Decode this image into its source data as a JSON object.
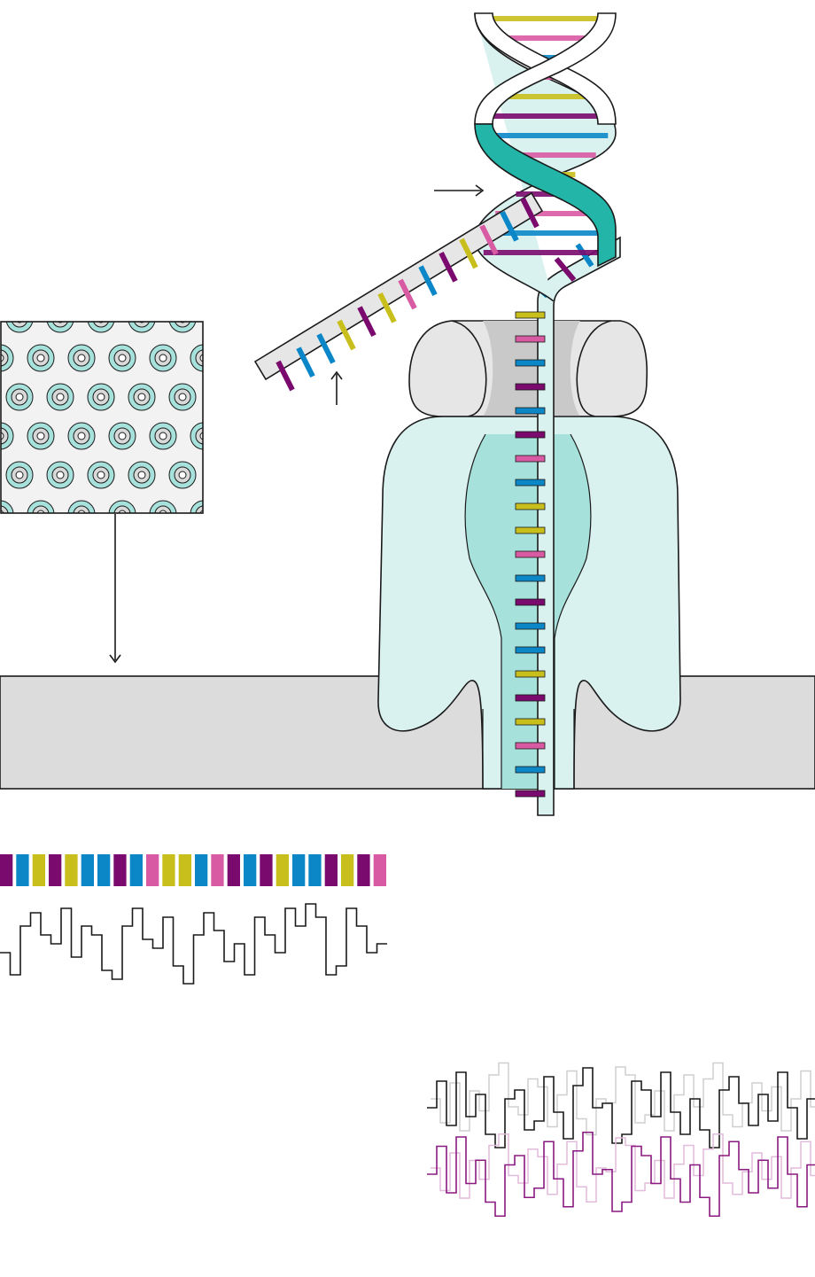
{
  "colors": {
    "purple": "#7a0a6e",
    "blue": "#0b87c8",
    "yellow": "#c8bf1c",
    "pink": "#d85aa3",
    "teal": "#22b5a8",
    "light_teal": "#d9f1ef",
    "mid_teal": "#a7e1db",
    "membrane": "#dcdcdc",
    "grey_light": "#e6e6e6",
    "grey_mid": "#c9c9c9",
    "outline": "#1a1a1a",
    "trace_ghost": "#cfcfcf",
    "trace_signal": "#8a1a80"
  },
  "sequence": {
    "bases": [
      "purple",
      "blue",
      "yellow",
      "purple",
      "yellow",
      "blue",
      "blue",
      "purple",
      "blue",
      "pink",
      "yellow",
      "yellow",
      "blue",
      "pink",
      "purple",
      "blue",
      "purple",
      "yellow",
      "blue",
      "blue",
      "purple",
      "yellow",
      "purple",
      "pink"
    ]
  },
  "translocated_strand": {
    "bases": [
      "yellow",
      "pink",
      "blue",
      "purple",
      "blue",
      "purple",
      "pink",
      "blue",
      "yellow",
      "yellow",
      "pink",
      "blue",
      "purple",
      "blue",
      "blue",
      "yellow",
      "purple",
      "yellow",
      "pink",
      "blue",
      "purple"
    ]
  },
  "single_strand": {
    "bases": [
      "purple",
      "blue",
      "blue",
      "yellow",
      "purple",
      "yellow",
      "pink",
      "blue",
      "purple",
      "yellow",
      "pink",
      "blue",
      "purple"
    ]
  },
  "helix_rungs": {
    "bases": [
      "yellow",
      "pink",
      "blue",
      "pink",
      "yellow",
      "purple",
      "blue",
      "pink",
      "yellow",
      "purple",
      "pink",
      "blue",
      "purple"
    ]
  },
  "annotations": {
    "arrows": [
      "helix-to-unzipping-arrow",
      "single-strand-arrow",
      "array-to-membrane-arrow"
    ]
  }
}
